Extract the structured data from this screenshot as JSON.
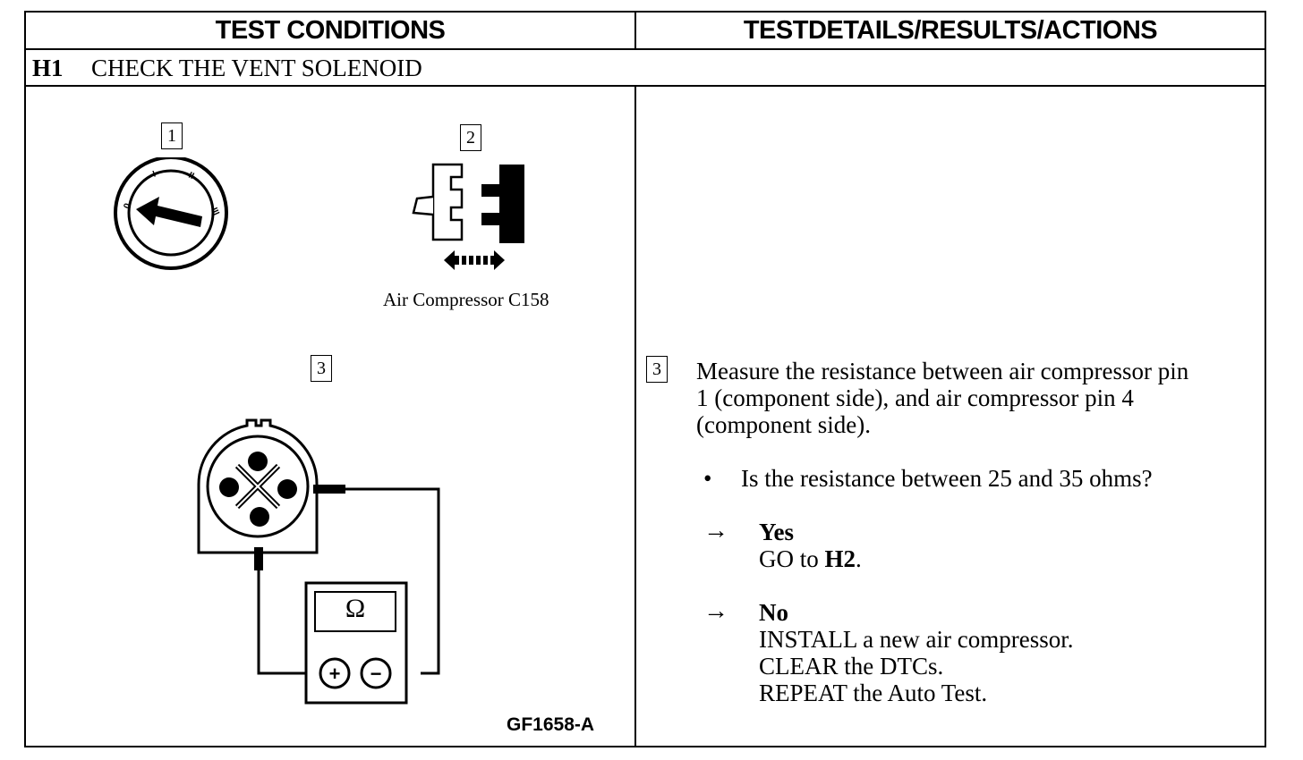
{
  "header": {
    "left": "TEST CONDITIONS",
    "right": "TESTDETAILS/RESULTS/ACTIONS"
  },
  "section": {
    "number": "H1",
    "title": "CHECK THE VENT SOLENOID"
  },
  "figure": {
    "callout_1": "1",
    "callout_2": "2",
    "callout_3": "3",
    "connector_label": "Air Compressor C158",
    "ohm_symbol": "Ω",
    "plus": "+",
    "minus": "−",
    "figure_code": "GF1658-A",
    "icons": [
      "ignition-switch-icon",
      "connector-disconnect-icon",
      "ohmmeter-icon"
    ]
  },
  "step": {
    "number": "3",
    "instruction_lines": [
      "Measure the resistance between air compressor pin",
      "1 (component side), and air compressor pin 4",
      "(component side)."
    ],
    "bullet": "•",
    "question": "Is the resistance between 25 and 35 ohms?",
    "arrow": "→",
    "yes": {
      "label": "Yes",
      "action_prefix": "GO to ",
      "action_target": "H2",
      "action_suffix": "."
    },
    "no": {
      "label": "No",
      "actions": [
        "INSTALL a new air compressor.",
        "CLEAR the DTCs.",
        "REPEAT the Auto Test."
      ]
    }
  }
}
